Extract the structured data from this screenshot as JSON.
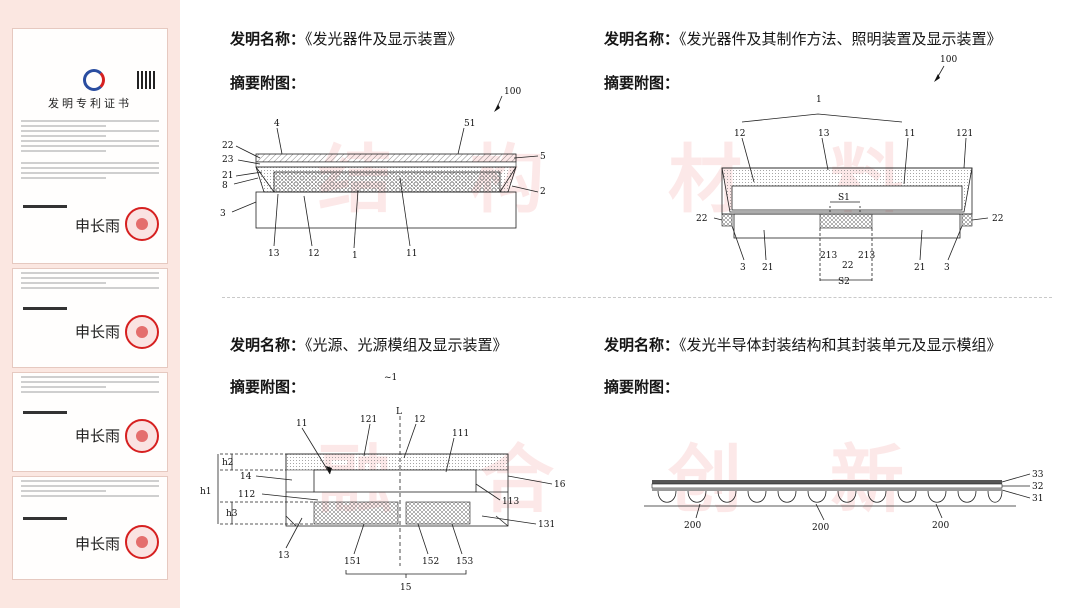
{
  "certificate": {
    "title": "发明专利证书",
    "signature": "申长雨"
  },
  "watermark": [
    "结",
    "构",
    "材",
    "料",
    "融",
    "合",
    "创",
    "新"
  ],
  "patents": [
    {
      "label": "发明名称：",
      "name": "《发光器件及显示装置》",
      "abstract_label": "摘要附图："
    },
    {
      "label": "发明名称：",
      "name": "《发光器件及其制作方法、照明装置及显示装置》",
      "abstract_label": "摘要附图："
    },
    {
      "label": "发明名称：",
      "name": "《光源、光源模组及显示装置》",
      "abstract_label": "摘要附图："
    },
    {
      "label": "发明名称：",
      "name": "《发光半导体封装结构和其封装单元及显示模组》",
      "abstract_label": "摘要附图："
    }
  ],
  "figures": {
    "fig1": {
      "100": "100",
      "4": "4",
      "51": "51",
      "22": "22",
      "23": "23",
      "5": "5",
      "21": "21",
      "8": "8",
      "2": "2",
      "3": "3",
      "13": "13",
      "12": "12",
      "1": "1",
      "11": "11"
    },
    "fig2": {
      "100": "100",
      "1": "1",
      "12": "12",
      "13": "13",
      "11": "11",
      "121": "121",
      "S1": "S1",
      "22a": "22",
      "22b": "22",
      "213a": "213",
      "22c": "22",
      "213b": "213",
      "3a": "3",
      "21a": "21",
      "21b": "21",
      "3b": "3",
      "S2": "S2"
    },
    "fig3": {
      "tilde1": "~1",
      "L": "L",
      "12": "12",
      "11": "11",
      "121": "121",
      "111": "111",
      "h2": "h2",
      "14": "14",
      "16": "16",
      "h1": "h1",
      "112": "112",
      "113": "113",
      "h3": "h3",
      "131": "131",
      "13": "13",
      "151": "151",
      "152": "152",
      "153": "153",
      "15": "15"
    },
    "fig4": {
      "33": "33",
      "32": "32",
      "31": "31",
      "200a": "200",
      "200b": "200",
      "200c": "200"
    }
  }
}
